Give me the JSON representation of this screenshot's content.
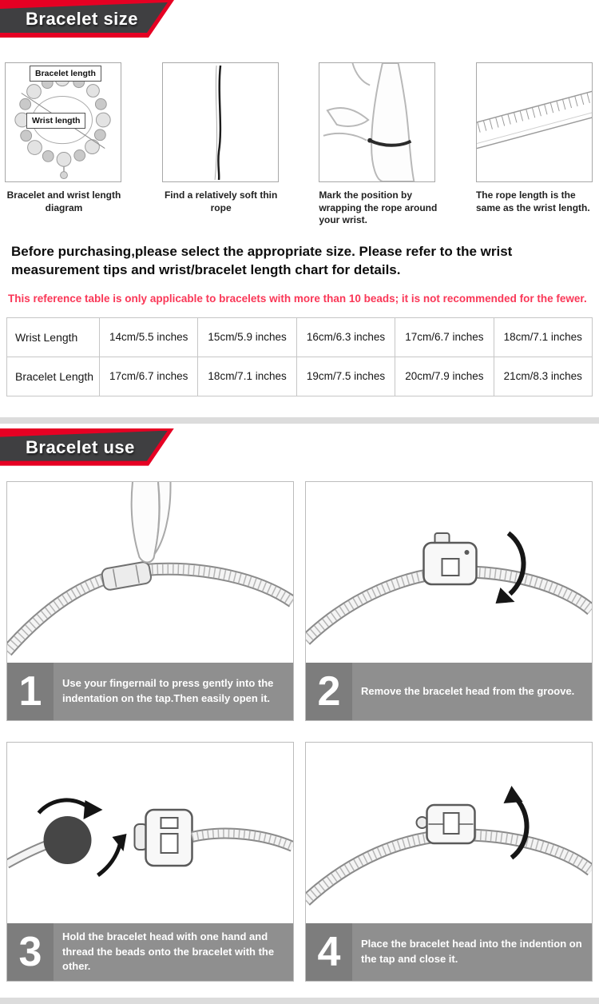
{
  "sections": {
    "size": {
      "title": "Bracelet size"
    },
    "use": {
      "title": "Bracelet use"
    }
  },
  "measure_steps": [
    {
      "caption": "Bracelet and wrist length diagram",
      "labels": {
        "bracelet_length": "Bracelet length",
        "wrist_length": "Wrist length"
      }
    },
    {
      "caption": "Find a relatively soft thin rope"
    },
    {
      "caption": "Mark the position by wrapping the rope around your wrist."
    },
    {
      "caption": "The rope length is the same as the wrist length."
    }
  ],
  "intro": "Before purchasing,please select the appropriate size. Please refer to the wrist measurement tips and wrist/bracelet length chart for details.",
  "note": "This reference table is only applicable to bracelets with more than 10 beads; it is not recommended for the fewer.",
  "size_table": {
    "rows": [
      {
        "label": "Wrist Length",
        "values": [
          "14cm/5.5 inches",
          "15cm/5.9 inches",
          "16cm/6.3 inches",
          "17cm/6.7 inches",
          "18cm/7.1 inches"
        ]
      },
      {
        "label": "Bracelet Length",
        "values": [
          "17cm/6.7 inches",
          "18cm/7.1 inches",
          "19cm/7.5 inches",
          "20cm/7.9 inches",
          "21cm/8.3 inches"
        ]
      }
    ]
  },
  "use_steps": [
    {
      "number": "1",
      "caption": "Use your fingernail to press gently into the indentation on the tap.Then easily open it."
    },
    {
      "number": "2",
      "caption": "Remove the bracelet head from the groove."
    },
    {
      "number": "3",
      "caption": "Hold the bracelet head with one hand and thread the beads onto the bracelet with the other."
    },
    {
      "number": "4",
      "caption": "Place the bracelet head into the indention on the tap and close it."
    }
  ],
  "colors": {
    "accent_red": "#e60023",
    "ribbon_gray": "#3f3f41",
    "caption_bar_gray": "#8f8f8f",
    "step_number_gray": "#7d7d7d",
    "note_red": "#fa3757"
  }
}
